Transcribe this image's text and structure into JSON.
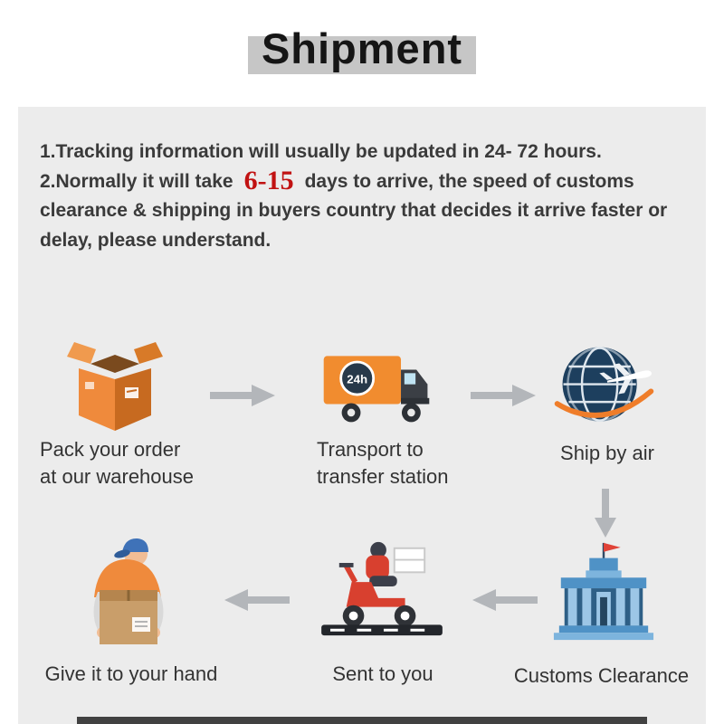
{
  "title": "Shipment",
  "instructions": {
    "line1": "1.Tracking information will usually be updated in 24- 72 hours.",
    "line2_prefix": "2.Normally it will take",
    "line2_highlight": "6-15",
    "line2_suffix": "days to arrive, the speed of customs clearance & shipping in buyers country that decides it arrive faster or delay, please understand."
  },
  "steps": [
    {
      "name": "pack",
      "icon": "open-box-icon",
      "label_line1": "Pack your order",
      "label_line2": "at our warehouse"
    },
    {
      "name": "transport",
      "icon": "truck-24h-icon",
      "badge": "24h",
      "label_line1": "Transport to",
      "label_line2": "transfer station"
    },
    {
      "name": "ship-air",
      "icon": "globe-plane-icon",
      "label_line1": "Ship by air"
    },
    {
      "name": "customs",
      "icon": "customs-building-icon",
      "label_line1": "Customs Clearance"
    },
    {
      "name": "sent",
      "icon": "scooter-icon",
      "label_line1": "Sent to you"
    },
    {
      "name": "hand",
      "icon": "deliver-hand-icon",
      "label_line1": "Give it to your hand"
    }
  ],
  "colors": {
    "panel": "#ececec",
    "title_shadow": "#c6c6c6",
    "highlight_red": "#c11212",
    "arrow_gray": "#b3b6ba",
    "brand_orange": "#ef8a3c",
    "globe_navy": "#1d3f5e",
    "building_blue": "#4f92c6",
    "scooter_red": "#d8402f",
    "divider_dark": "#414141"
  }
}
